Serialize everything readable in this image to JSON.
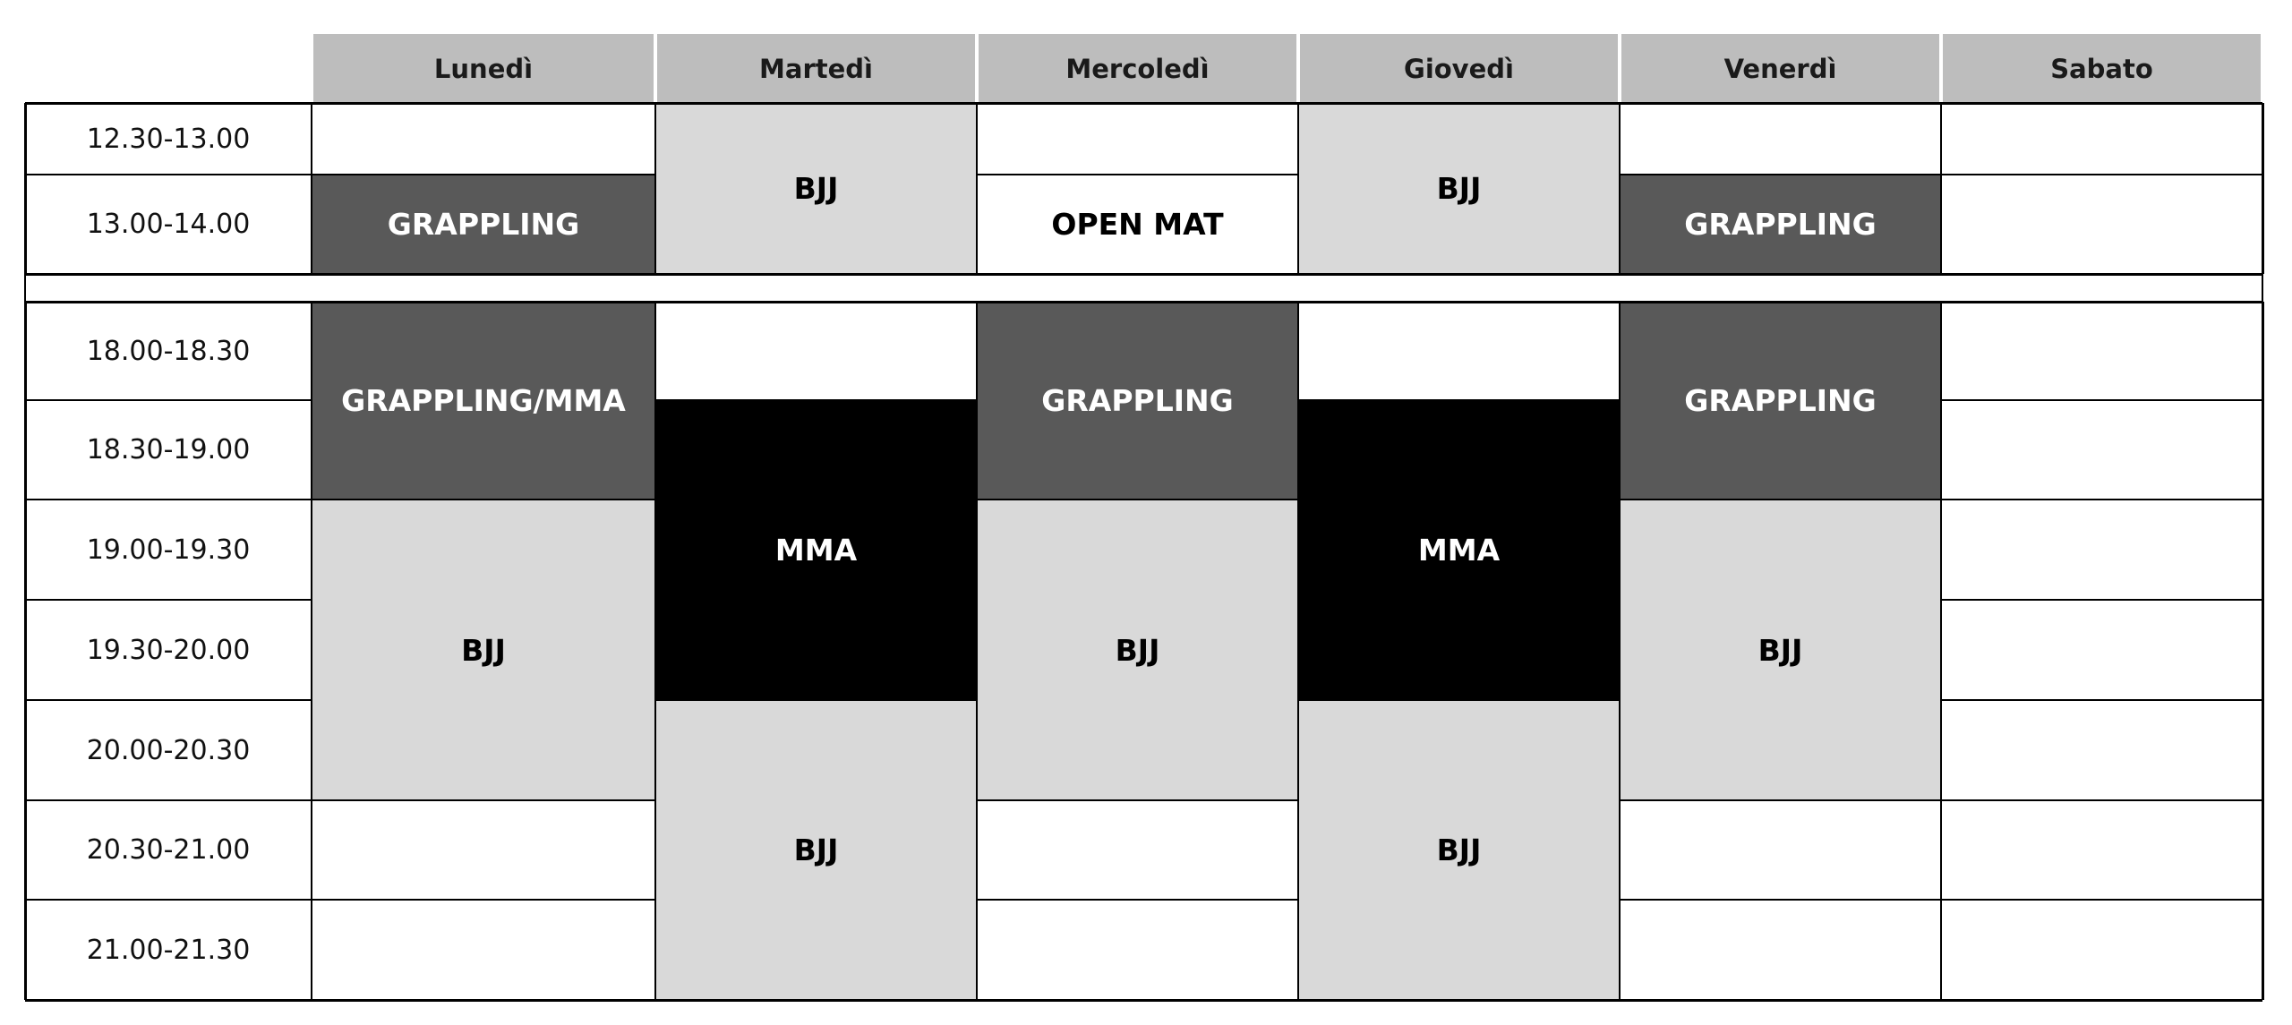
{
  "days": [
    "Lunedì",
    "Martedì",
    "Mercoledì",
    "Giovedì",
    "Venerdì",
    "Sabato"
  ],
  "times": [
    "12.30-13.00",
    "13.00-14.00",
    "18.00-18.30",
    "18.30-19.00",
    "19.00-19.30",
    "19.30-20.00",
    "20.00-20.30",
    "20.30-21.00",
    "21.00-21.30"
  ],
  "colors": {
    "grappling": "#595959",
    "bjj": "#d9d9d9",
    "mma": "#000000",
    "header": "#bdbdbd",
    "empty": "#ffffff"
  },
  "sessions": [
    {
      "day": 0,
      "start": 1,
      "span": 1,
      "label": "GRAPPLING",
      "kind": "grappling"
    },
    {
      "day": 1,
      "start": 0,
      "span": 2,
      "label": "BJJ",
      "kind": "bjj"
    },
    {
      "day": 2,
      "start": 1,
      "span": 1,
      "label": "OPEN MAT",
      "kind": "empty"
    },
    {
      "day": 3,
      "start": 0,
      "span": 2,
      "label": "BJJ",
      "kind": "bjj"
    },
    {
      "day": 4,
      "start": 1,
      "span": 1,
      "label": "GRAPPLING",
      "kind": "grappling"
    },
    {
      "day": 0,
      "start": 2,
      "span": 2,
      "label": "GRAPPLING/MMA",
      "kind": "grappling"
    },
    {
      "day": 0,
      "start": 4,
      "span": 3,
      "label": "BJJ",
      "kind": "bjj"
    },
    {
      "day": 1,
      "start": 3,
      "span": 3,
      "label": "MMA",
      "kind": "mma"
    },
    {
      "day": 1,
      "start": 6,
      "span": 3,
      "label": "BJJ",
      "kind": "bjj"
    },
    {
      "day": 2,
      "start": 2,
      "span": 2,
      "label": "GRAPPLING",
      "kind": "grappling"
    },
    {
      "day": 2,
      "start": 4,
      "span": 3,
      "label": "BJJ",
      "kind": "bjj"
    },
    {
      "day": 3,
      "start": 3,
      "span": 3,
      "label": "MMA",
      "kind": "mma"
    },
    {
      "day": 3,
      "start": 6,
      "span": 3,
      "label": "BJJ",
      "kind": "bjj"
    },
    {
      "day": 4,
      "start": 2,
      "span": 2,
      "label": "GRAPPLING",
      "kind": "grappling"
    },
    {
      "day": 4,
      "start": 4,
      "span": 3,
      "label": "BJJ",
      "kind": "bjj"
    }
  ]
}
